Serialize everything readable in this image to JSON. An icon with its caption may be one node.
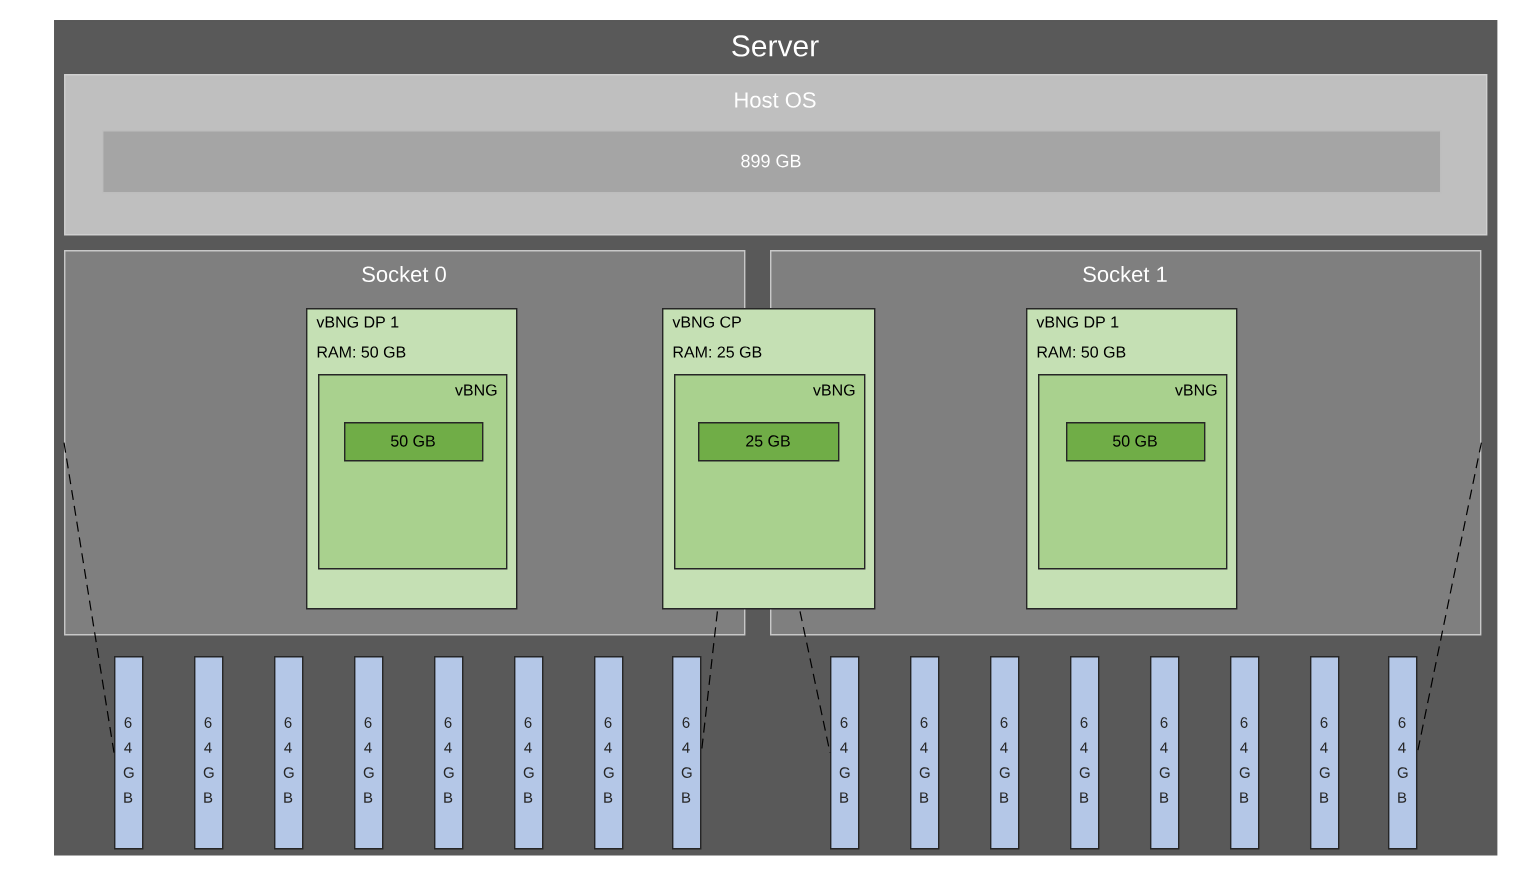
{
  "diagram": {
    "nodes": [
      {
        "text": [
          "Server"
        ]
      },
      {
        "text": [
          "Host OS"
        ],
        "in": 0
      },
      {
        "text": [
          "899 GB"
        ],
        "in": 1
      },
      {
        "text": [
          "Socket 0"
        ],
        "in": 0
      },
      {
        "text": [
          "vBNG DP 1",
          "RAM: 50 GB"
        ],
        "in": 3
      },
      {
        "text": [
          "vBNG"
        ],
        "in": 4
      },
      {
        "text": [
          "50 GB"
        ],
        "in": 5
      },
      {
        "text": [
          "vBNG CP",
          "RAM: 25 GB"
        ],
        "in": 0
      },
      {
        "text": [
          "vBNG"
        ],
        "in": 7
      },
      {
        "text": [
          "25 GB"
        ],
        "in": 8
      },
      {
        "text": [
          "Socket 1"
        ],
        "in": 0
      },
      {
        "text": [
          "vBNG DP 1",
          "RAM: 50 GB"
        ],
        "in": 10
      },
      {
        "text": [
          "vBNG"
        ],
        "in": 11
      },
      {
        "text": [
          "50 GB"
        ],
        "in": 12
      },
      {
        "text": [
          "64GB"
        ],
        "in": 0
      },
      {
        "text": [
          "64GB"
        ],
        "in": 0
      },
      {
        "text": [
          "64GB"
        ],
        "in": 0
      },
      {
        "text": [
          "64GB"
        ],
        "in": 0
      },
      {
        "text": [
          "64GB"
        ],
        "in": 0
      },
      {
        "text": [
          "64GB"
        ],
        "in": 0
      },
      {
        "text": [
          "64GB"
        ],
        "in": 0
      },
      {
        "text": [
          "64GB"
        ],
        "in": 0
      },
      {
        "text": [
          "64GB"
        ],
        "in": 0
      },
      {
        "text": [
          "64GB"
        ],
        "in": 0
      },
      {
        "text": [
          "64GB"
        ],
        "in": 0
      },
      {
        "text": [
          "64GB"
        ],
        "in": 0
      },
      {
        "text": [
          "64GB"
        ],
        "in": 0
      },
      {
        "text": [
          "64GB"
        ],
        "in": 0
      },
      {
        "text": [
          "64GB"
        ],
        "in": 0
      },
      {
        "text": [
          "64GB"
        ],
        "in": 0
      }
    ],
    "edges": [
      {
        "from": 3,
        "to": 14,
        "arrow": "none",
        "style": "dashed"
      },
      {
        "from": 3,
        "to": 21,
        "arrow": "none",
        "style": "dashed"
      },
      {
        "from": 10,
        "to": 22,
        "arrow": "none",
        "style": "dashed"
      },
      {
        "from": 10,
        "to": 29,
        "arrow": "none",
        "style": "dashed"
      }
    ]
  }
}
